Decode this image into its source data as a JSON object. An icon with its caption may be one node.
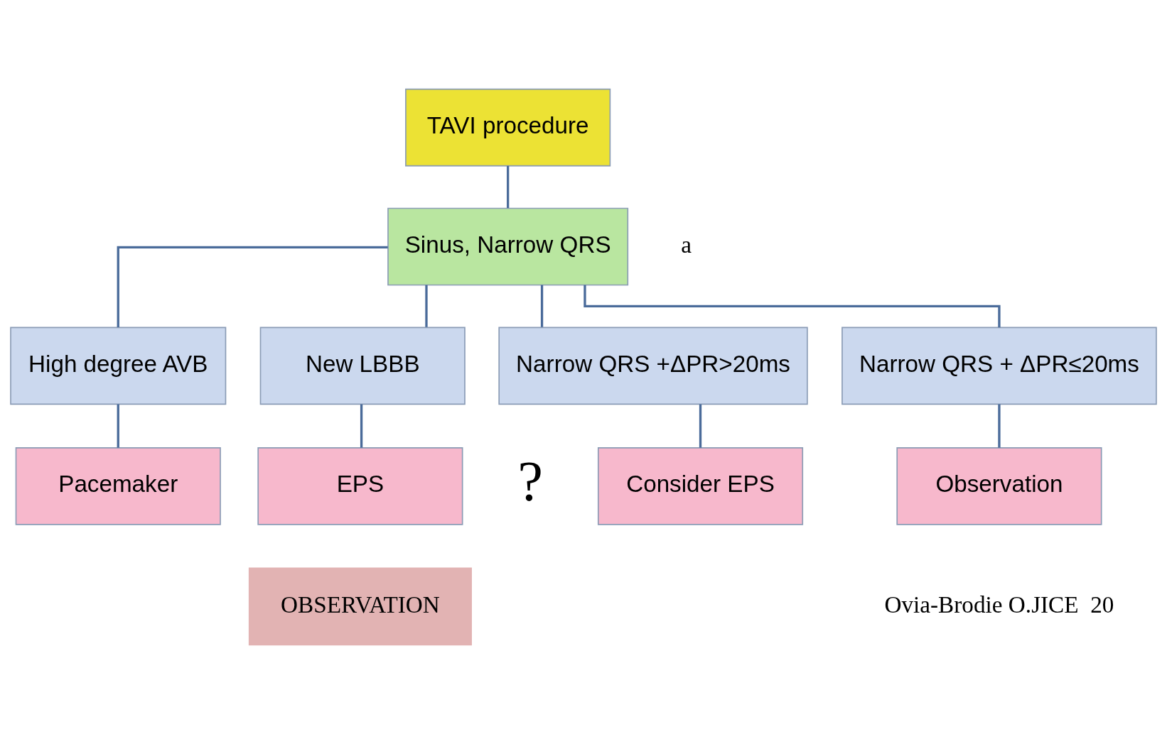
{
  "diagram": {
    "nodes": [
      {
        "text": [
          "Sinus, Narrow QRS"
        ]
      },
      {
        "text": [
          "TAVI procedure"
        ]
      },
      {
        "text": [
          "High degree AVB"
        ]
      },
      {
        "text": [
          "New LBBB"
        ]
      },
      {
        "text": [
          "Narrow QRS +ΔPR>20ms"
        ]
      },
      {
        "text": [
          "Narrow QRS + ΔPR≤20ms"
        ]
      },
      {
        "text": [
          "Pacemaker"
        ]
      },
      {
        "text": [
          "EPS"
        ]
      },
      {
        "text": [
          "Consider EPS"
        ]
      },
      {
        "text": [
          "Observation"
        ]
      },
      {
        "text": [
          "OBSERVATION"
        ]
      }
    ],
    "edges": [
      {
        "from": 1,
        "to": 0,
        "arrow": "none"
      },
      {
        "from": 0,
        "to": 2,
        "arrow": "none"
      },
      {
        "from": 0,
        "to": 3,
        "arrow": "none"
      },
      {
        "from": 0,
        "to": 4,
        "arrow": "none"
      },
      {
        "from": 0,
        "to": 5,
        "arrow": "none"
      },
      {
        "from": 2,
        "to": 6,
        "arrow": "none"
      },
      {
        "from": 3,
        "to": 7,
        "arrow": "none"
      },
      {
        "from": 4,
        "to": 8,
        "arrow": "none"
      },
      {
        "from": 5,
        "to": 9,
        "arrow": "none"
      }
    ],
    "labels": [
      "a",
      "?",
      "Ovia-Brodie O.JICE  20"
    ]
  }
}
